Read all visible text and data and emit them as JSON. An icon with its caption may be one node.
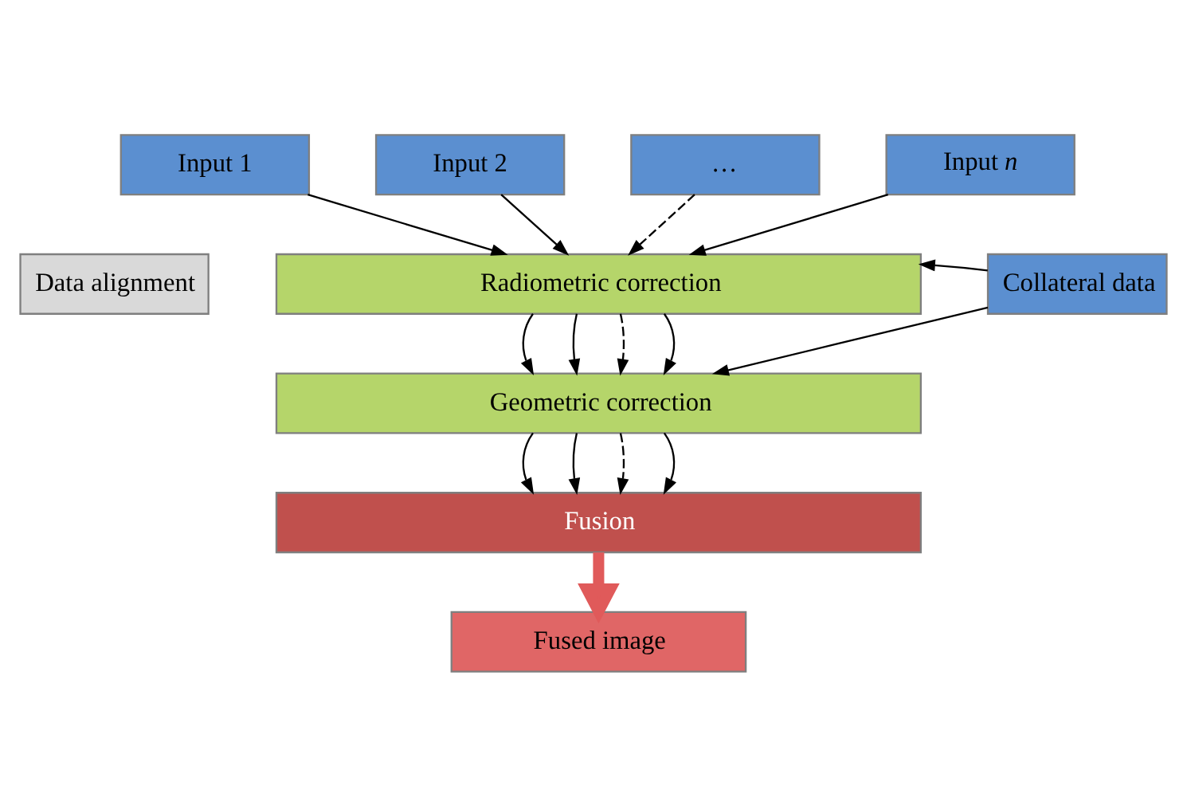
{
  "diagram": {
    "nodes": [
      {
        "text": [
          "Input 1"
        ]
      },
      {
        "text": [
          "Input 2"
        ]
      },
      {
        "text": [
          "…"
        ]
      },
      {
        "text": [
          "Input *n*"
        ]
      },
      {
        "text": [
          "Data alignment"
        ]
      },
      {
        "text": [
          "Radiometric correction"
        ]
      },
      {
        "text": [
          "Collateral data"
        ]
      },
      {
        "text": [
          "Geometric correction"
        ]
      },
      {
        "text": [
          "Fusion"
        ]
      },
      {
        "text": [
          "Fused image"
        ]
      }
    ],
    "edges": [
      {
        "from": 0,
        "to": 5,
        "arrow": "to"
      },
      {
        "from": 1,
        "to": 5,
        "arrow": "to"
      },
      {
        "from": 2,
        "to": 5,
        "arrow": "to",
        "style": "dashed"
      },
      {
        "from": 3,
        "to": 5,
        "arrow": "to"
      },
      {
        "from": 6,
        "to": 5,
        "arrow": "to"
      },
      {
        "from": 5,
        "to": 7,
        "arrow": "to"
      },
      {
        "from": 5,
        "to": 7,
        "arrow": "to"
      },
      {
        "from": 5,
        "to": 7,
        "arrow": "to",
        "style": "dashed"
      },
      {
        "from": 5,
        "to": 7,
        "arrow": "to"
      },
      {
        "from": 6,
        "to": 7,
        "arrow": "to"
      },
      {
        "from": 7,
        "to": 8,
        "arrow": "to"
      },
      {
        "from": 7,
        "to": 8,
        "arrow": "to"
      },
      {
        "from": 7,
        "to": 8,
        "arrow": "to",
        "style": "dashed"
      },
      {
        "from": 7,
        "to": 8,
        "arrow": "to"
      },
      {
        "from": 8,
        "to": 9,
        "arrow": "to",
        "style": "thick",
        "color": "#e05a5a"
      }
    ]
  }
}
